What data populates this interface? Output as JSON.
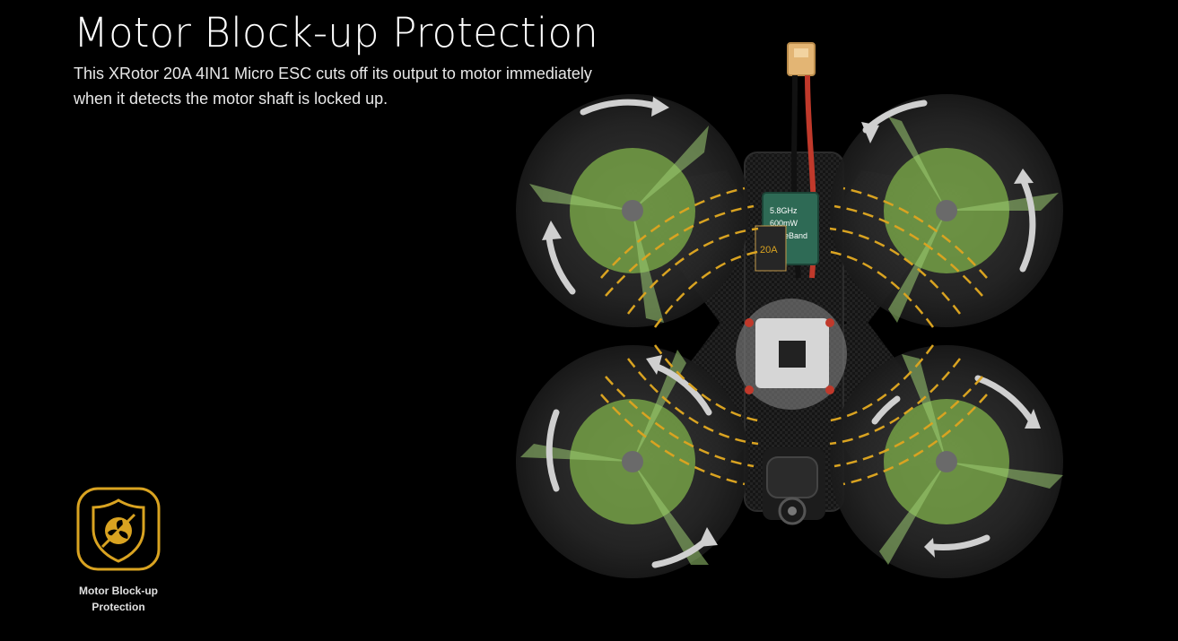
{
  "header": {
    "title": "Motor Block-up Protection",
    "description": "This XRotor 20A 4IN1 Micro ESC cuts off its output to motor immediately when it detects the motor shaft is locked up."
  },
  "badge": {
    "icon": "shield-fan-blocked-icon",
    "label": "Motor Block-up Protection"
  },
  "drone": {
    "vtx_label": "5.8GHz",
    "vtx_power": "600mW",
    "vtx_brand": "RaceBand",
    "esc_rating": "20A"
  },
  "colors": {
    "accent_gold": "#d9a321",
    "prop_green": "#7fb04a",
    "background": "#000000"
  }
}
